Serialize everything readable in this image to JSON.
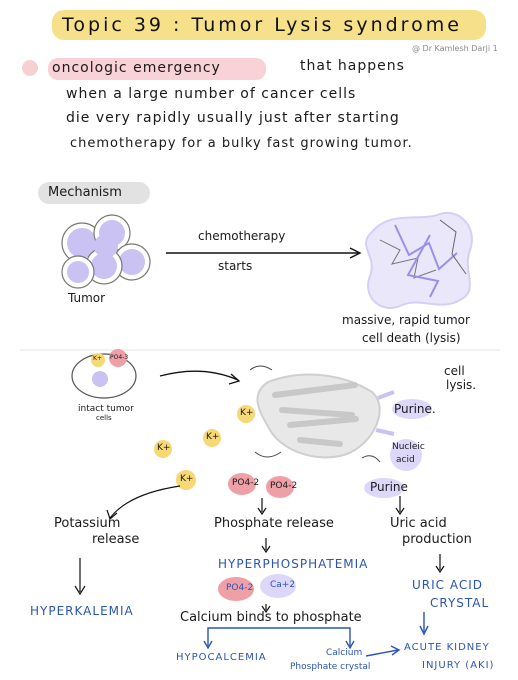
{
  "title": "Topic 39 : Tumor Lysis syndrome",
  "credit": "@ Dr Kamlesh Darji 1",
  "intro": {
    "highlight": "oncologic emergency",
    "line1_rest": "that happens",
    "line2": "when a large number of cancer cells",
    "line3": "die very rapidly usually just after starting",
    "line4": "chemotherapy for a bulky fast growing tumor."
  },
  "mechanism": {
    "heading": "Mechanism",
    "tumor_label": "Tumor",
    "arrow_top": "chemotherapy",
    "arrow_bottom": "starts",
    "result_line1": "massive, rapid tumor",
    "result_line2": "cell death (lysis)"
  },
  "detail": {
    "intact_label1": "intact tumor",
    "intact_label2": "cells",
    "ion_k": "K+",
    "ion_po": "PO4-3",
    "cell_lysis1": "cell",
    "cell_lysis2": "lysis.",
    "purine_top": "Purine.",
    "nucleic1": "Nucleic",
    "nucleic2": "acid",
    "purine_bottom": "Purine",
    "k_ion": "K+",
    "po_ion": "PO4-2",
    "potassium_release1": "Potassium",
    "potassium_release2": "release",
    "phosphate_release": "Phosphate release",
    "uric1": "Uric acid",
    "uric2": "production",
    "hyperkalemia": "HYPERKALEMIA",
    "hyperphosphatemia": "HYPERPHOSPHATEMIA",
    "po_ion2": "PO4-2",
    "ca_ion": "Ca+2",
    "uric_crystal1": "URIC ACID",
    "uric_crystal2": "CRYSTAL",
    "calcium_binds": "Calcium binds to phosphate",
    "hypocalcemia": "HYPOCALCEMIA",
    "ca_phos1": "Calcium",
    "ca_phos2": "Phosphate crystal",
    "aki1": "ACUTE KIDNEY",
    "aki2": "INJURY (AKI)"
  },
  "colors": {
    "title_highlight": "#f6e08a",
    "pink_highlight": "#f8d2d6",
    "cell_fill": "#c9c2f2",
    "blue_text": "#2b54b3",
    "k_ion_fill": "#f6d874",
    "po_ion_fill": "#eea0a6"
  }
}
